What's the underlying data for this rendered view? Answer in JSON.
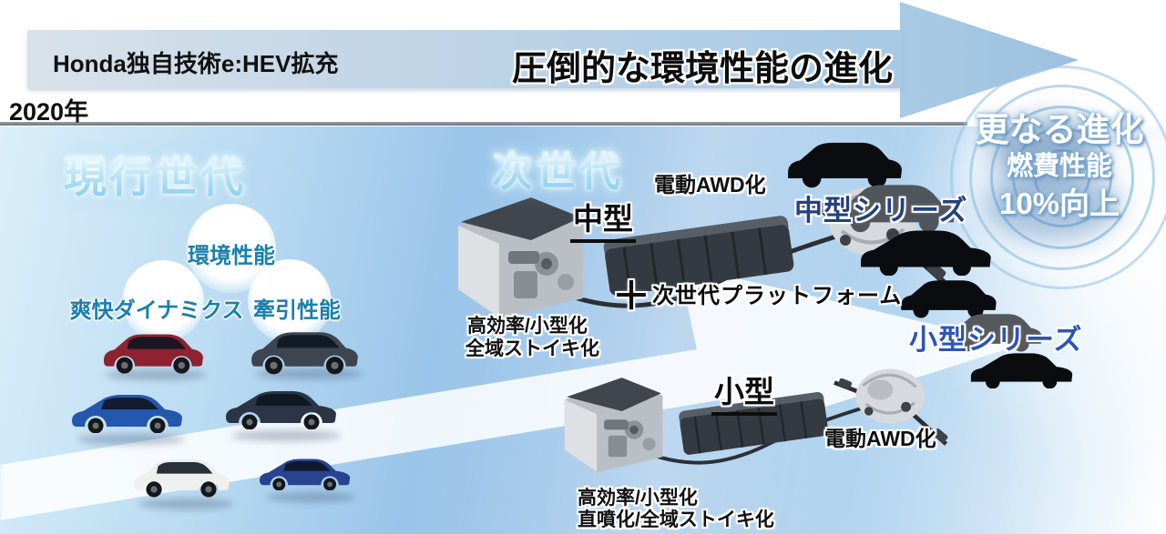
{
  "slide": {
    "banner_label": "Honda独自技術e:HEV拡充",
    "banner_title": "圧倒的な環境性能の進化",
    "year_label": "2020年"
  },
  "current_gen": {
    "heading": "現行世代",
    "bubbles": [
      "環境性能",
      "爽快ダイナミクス",
      "牽引性能"
    ],
    "car_colors": [
      "#8f2230",
      "#3d4550",
      "#2457ae",
      "#2b3545",
      "#eef0ee",
      "#2a4390"
    ]
  },
  "next_gen": {
    "heading": "次世代",
    "medium": {
      "size_label": "中型",
      "awd_label": "電動AWD化",
      "plus_sign": "＋",
      "platform_label": "次世代プラットフォーム",
      "notes": [
        "高効率/小型化",
        "全域ストイキ化"
      ],
      "series_label": "中型シリーズ"
    },
    "small": {
      "size_label": "小型",
      "awd_label": "電動AWD化",
      "notes": [
        "高効率/小型化",
        "直噴化/全域ストイキ化"
      ],
      "series_label": "小型シリーズ"
    }
  },
  "future": {
    "heading": "更なる進化",
    "metric_label": "燃費性能",
    "metric_value": "10%向上"
  },
  "colors": {
    "arrow_blue": "#a6c8e3",
    "panel_blue": "#7fb2e0",
    "bubble_text": "#1a7fae",
    "medium_series_text": "#24407e",
    "small_series_text": "#2d55b8",
    "headline_text": "#0d0d0d"
  }
}
